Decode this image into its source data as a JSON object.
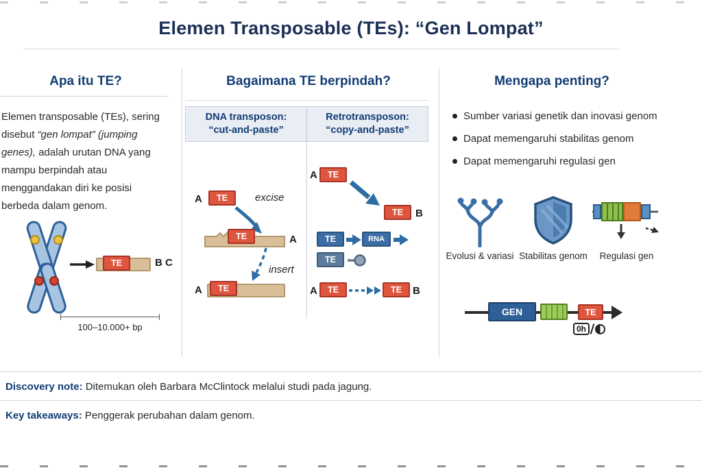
{
  "title": "Elemen Transposable (TEs): “Gen Lompat”",
  "col1": {
    "heading": "Apa itu TE?",
    "body_part1": "Elemen transposable (TEs), sering disebut ",
    "body_part2": "“gen lompat” (jumping genes),",
    "body_part3": " adalah urutan DNA yang mampu berpindah atau menggandakan diri ke posisi berbeda dalam genom.",
    "locus_label": "B C",
    "scale_label": "100–10.000+ bp"
  },
  "col2": {
    "heading": "Bagaimana TE berpindah?",
    "dna_header_line1": "DNA transposon:",
    "dna_header_line2": "“cut-and-paste”",
    "retro_header_line1": "Retrotransposon:",
    "retro_header_line2": "“copy-and-paste”",
    "excise": "excise",
    "insert": "insert"
  },
  "col3": {
    "heading": "Mengapa penting?",
    "bullets": [
      "Sumber variasi genetik dan inovasi genom",
      "Dapat memengaruhi stabilitas genom",
      "Dapat memengaruhi regulasi gen"
    ],
    "icon_labels": [
      "Evolusi & variasi",
      "Stabilitas genom",
      "Regulasi gen"
    ]
  },
  "labels": {
    "te": "TE",
    "rna": "RNA",
    "gen": "GEN",
    "a": "A",
    "b": "B",
    "oh": "0h"
  },
  "footer": {
    "discovery_label": "Discovery note:",
    "discovery_text": " Ditemukan oleh Barbara McClintock melalui studi pada jagung.",
    "takeaway_label": "Key takeaways:",
    "takeaway_text": " Penggerak perubahan dalam genom."
  },
  "colors": {
    "heading_navy": "#123c74",
    "title_navy": "#1b2f55",
    "te_red": "#df563e",
    "dna_tan": "#d8bf98",
    "steel_blue": "#3c6ea5",
    "green": "#9acd5a",
    "orange": "#e07b39"
  }
}
